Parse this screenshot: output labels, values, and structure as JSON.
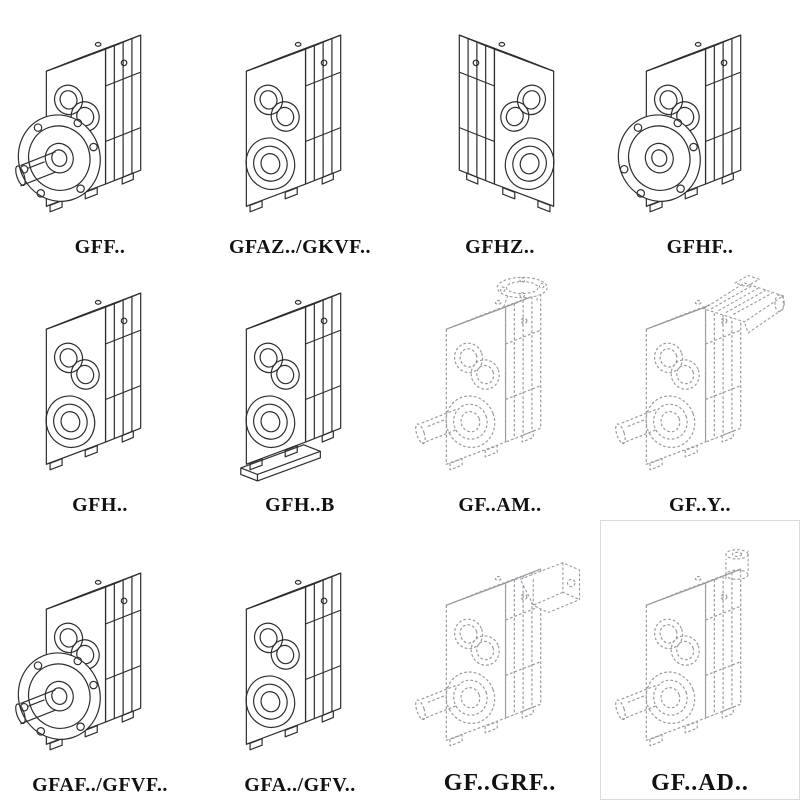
{
  "page": {
    "background": "#ffffff",
    "solid_line_color": "#2e2e2e",
    "dashed_line_color": "#9a9ca2",
    "label_color": "#111111"
  },
  "catalog": {
    "cells": [
      {
        "label": "GFF..",
        "drawing": "gearbox-output-flange-with-shaft",
        "line_style": "solid"
      },
      {
        "label": "GFAZ../GKVF..",
        "drawing": "gearbox-hollow-shaft",
        "line_style": "solid"
      },
      {
        "label": "GFHZ..",
        "drawing": "gearbox-hollow-shaft-mirrored",
        "line_style": "solid"
      },
      {
        "label": "GFHF..",
        "drawing": "gearbox-output-flange",
        "line_style": "solid"
      },
      {
        "label": "GFH..",
        "drawing": "gearbox-hollow-shaft",
        "line_style": "solid"
      },
      {
        "label": "GFH..B",
        "drawing": "gearbox-foot-mounted",
        "line_style": "solid"
      },
      {
        "label": "GF..AM..",
        "drawing": "gearbox-iec-adapter-flange",
        "line_style": "dashed"
      },
      {
        "label": "GF..Y..",
        "drawing": "gearbox-with-motor",
        "line_style": "dashed"
      },
      {
        "label": "GFAF../GFVF..",
        "drawing": "gearbox-output-flange-with-shaft",
        "line_style": "solid"
      },
      {
        "label": "GFA../GFV..",
        "drawing": "gearbox-hollow-shaft",
        "line_style": "solid"
      },
      {
        "label": "GF..GRF..",
        "drawing": "gearbox-grf-adapter",
        "line_style": "dashed"
      },
      {
        "label": "GF..AD..",
        "drawing": "gearbox-input-shaft-adapter",
        "line_style": "dashed"
      }
    ]
  }
}
